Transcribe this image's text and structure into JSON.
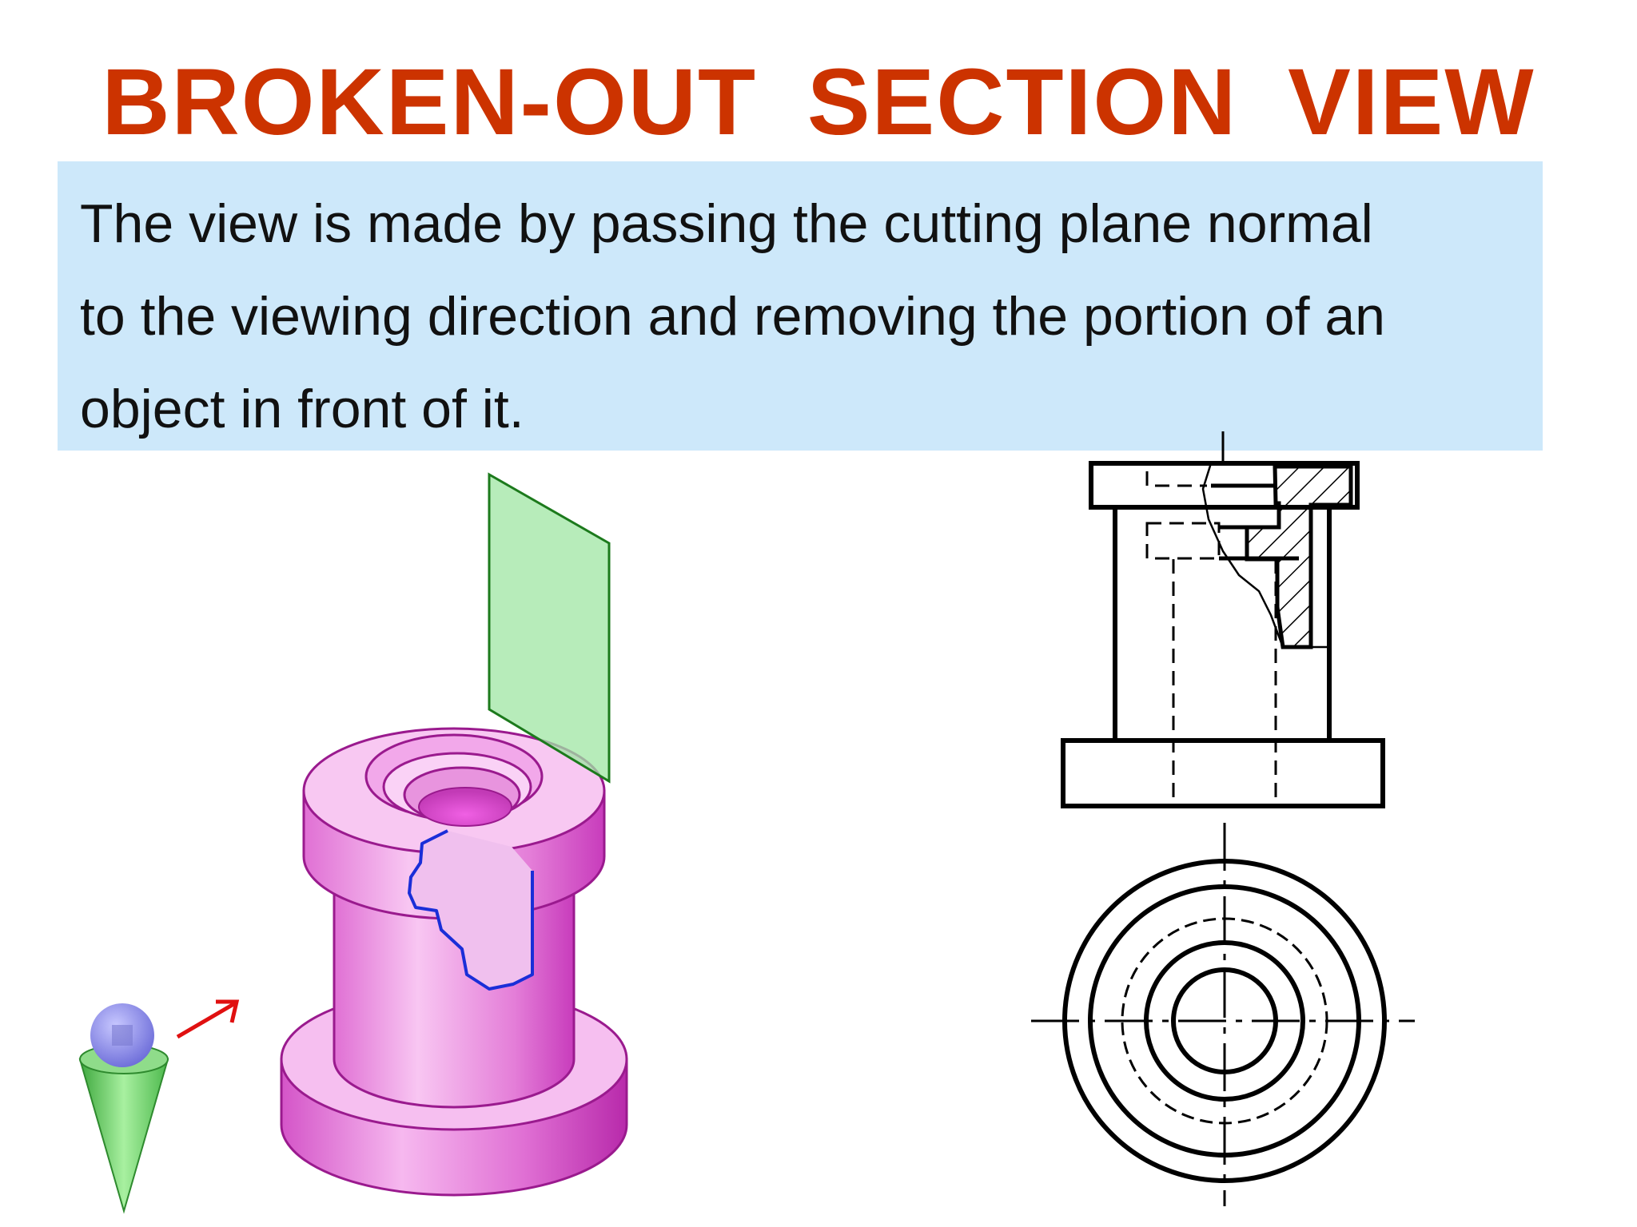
{
  "title": "BROKEN-OUT  SECTION  VIEW",
  "definition": {
    "lines": [
      "The view is made by passing the cutting plane normal",
      "to the viewing direction and removing the portion of an",
      "object in front of it."
    ]
  },
  "colors": {
    "title": "#cc3300",
    "box": "#cde8fa",
    "part_fill": "#f6bff0",
    "part_stroke": "#9a1a8e",
    "break_line": "#1a2ed8",
    "cutting_plane": "#9fe6a3",
    "arrow": "#e01010"
  },
  "icons": {
    "viewer": "observer-eye-icon",
    "view_direction": "view-direction-arrow-icon"
  }
}
